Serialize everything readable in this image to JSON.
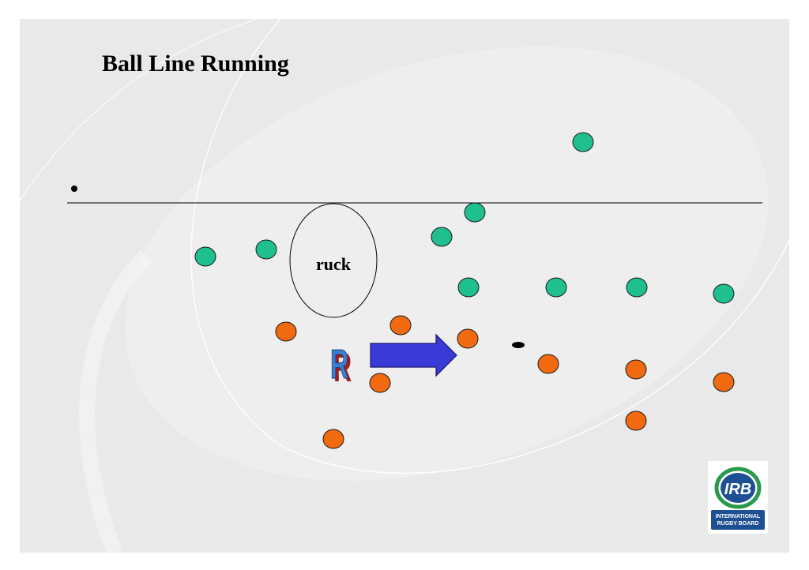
{
  "slide": {
    "title": "Ball Line Running",
    "ruck_label": "ruck",
    "runner_letter": "R"
  },
  "colors": {
    "background": "#e9e9ea",
    "team_green": "#1fbf8f",
    "team_orange": "#f26a10",
    "arrow_blue": "#3a3ad6",
    "runner_blue": "#3a7fd1",
    "runner_red": "#9e1d1d"
  },
  "logo": {
    "icon": "irb-logo-icon",
    "mark": "IRB",
    "line1": "INTERNATIONAL",
    "line2": "RUGBY BOARD"
  }
}
